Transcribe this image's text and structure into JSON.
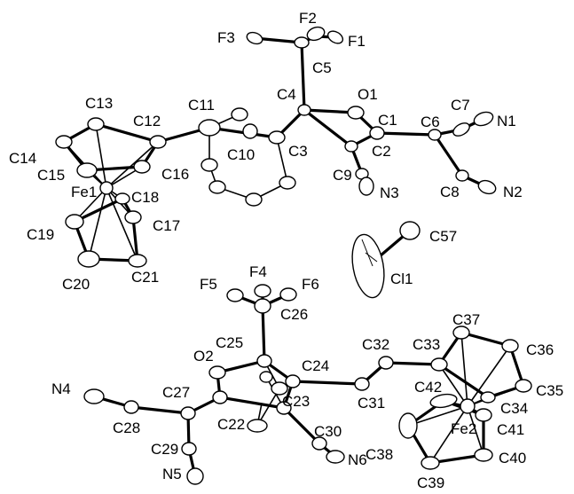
{
  "labels": {
    "F1": "F1",
    "F2": "F2",
    "F3": "F3",
    "C5": "C5",
    "C4": "C4",
    "O1": "O1",
    "C7": "C7",
    "N1": "N1",
    "C1": "C1",
    "C6": "C6",
    "C2": "C2",
    "C3": "C3",
    "C13": "C13",
    "C12": "C12",
    "C11": "C11",
    "C10": "C10",
    "C14": "C14",
    "C15": "C15",
    "C16": "C16",
    "Fe1": "Fe1",
    "C18": "C18",
    "C9": "C9",
    "N3": "N3",
    "C8": "C8",
    "N2": "N2",
    "C17": "C17",
    "C19": "C19",
    "C20": "C20",
    "C21": "C21",
    "C57": "C57",
    "Cl1": "Cl1",
    "F4": "F4",
    "F5": "F5",
    "F6": "F6",
    "C26": "C26",
    "C25": "C25",
    "O2": "O2",
    "C24": "C24",
    "C32": "C32",
    "C33": "C33",
    "C37": "C37",
    "C36": "C36",
    "N4": "N4",
    "C27": "C27",
    "C23": "C23",
    "C31": "C31",
    "C42": "C42",
    "C35": "C35",
    "C34": "C34",
    "C28": "C28",
    "C22": "C22",
    "Fe2": "Fe2",
    "C41": "C41",
    "C29": "C29",
    "C30": "C30",
    "N5": "N5",
    "N6": "N6",
    "C38": "C38",
    "C40": "C40",
    "C39": "C39"
  }
}
